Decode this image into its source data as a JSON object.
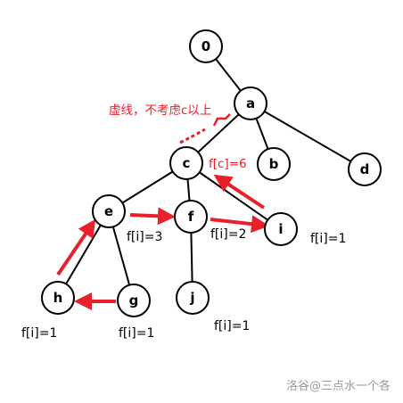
{
  "nodes": [
    {
      "id": "0",
      "label": "0"
    },
    {
      "id": "a",
      "label": "a"
    },
    {
      "id": "b",
      "label": "b"
    },
    {
      "id": "c",
      "label": "c"
    },
    {
      "id": "d",
      "label": "d"
    },
    {
      "id": "e",
      "label": "e"
    },
    {
      "id": "f",
      "label": "f"
    },
    {
      "id": "i",
      "label": "i"
    },
    {
      "id": "h",
      "label": "h"
    },
    {
      "id": "g",
      "label": "g"
    },
    {
      "id": "j",
      "label": "j"
    }
  ],
  "edges": [
    [
      "0",
      "a"
    ],
    [
      "a",
      "c"
    ],
    [
      "a",
      "b"
    ],
    [
      "a",
      "d"
    ],
    [
      "c",
      "e"
    ],
    [
      "c",
      "f"
    ],
    [
      "c",
      "i"
    ],
    [
      "e",
      "h"
    ],
    [
      "e",
      "g"
    ],
    [
      "f",
      "j"
    ]
  ],
  "annotations": {
    "note": "虚线，不考虑c以上",
    "f_c": "f[c]=6",
    "f_e": "f[i]=3",
    "f_f": "f[i]=2",
    "f_i": "f[i]=1",
    "f_h": "f[i]=1",
    "f_g": "f[i]=1",
    "f_j": "f[i]=1"
  },
  "watermark": "洛谷@三点水一个各",
  "colors": {
    "accent": "#e8202a",
    "line": "#000000",
    "watermark": "#9a9a9a"
  }
}
